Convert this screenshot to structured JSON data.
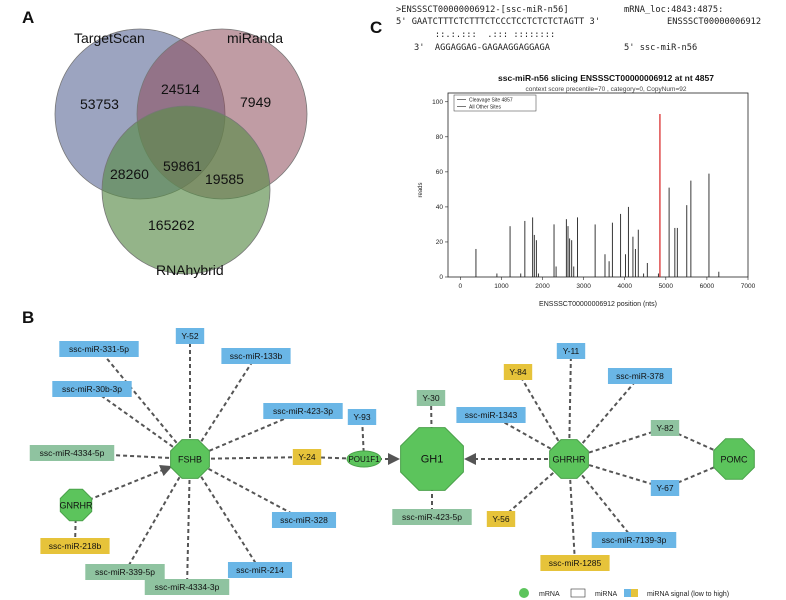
{
  "panels": {
    "A": "A",
    "B": "B",
    "C": "C"
  },
  "venn": {
    "sets": [
      {
        "label": "TargetScan",
        "color": "#4a5a8c"
      },
      {
        "label": "miRanda",
        "color": "#8c4a5a"
      },
      {
        "label": "RNAhybrid",
        "color": "#5a8c4a"
      }
    ],
    "counts": {
      "targetscan_only": "53753",
      "miranda_only": "7949",
      "rnahybrid_only": "165262",
      "ts_mir": "24514",
      "ts_rna": "28260",
      "mir_rna": "19585",
      "all": "59861"
    }
  },
  "alignment": {
    "line1_left": ">ENSSSCT00000006912-[ssc-miR-n56]",
    "line1_right": "mRNA_loc:4843:4875:",
    "line2_left": "5' GAATCTTTCTCTTTCTCCCTCCTCTCTCTAGTT 3'",
    "line2_right": "ENSSSCT00000006912",
    "line3": "    ::.:.:::  .::: ::::::::",
    "line4_left": "3'  AGGAGGAG-GAGAAGGAGGAGA",
    "line4_right": "5' ssc-miR-n56"
  },
  "chart_data": {
    "type": "bar",
    "title": "ssc-miR-n56 slicing ENSSSCT00000006912 at nt 4857",
    "subtitle": "context score precentile=70 , category=0, CopyNum=92",
    "xlabel": "ENSSSCT00000006912 position (nts)",
    "ylabel": "reads",
    "xlim": [
      -300,
      7000
    ],
    "ylim": [
      0,
      105
    ],
    "xticks": [
      0,
      1000,
      2000,
      3000,
      4000,
      5000,
      6000,
      7000
    ],
    "yticks": [
      0,
      20,
      40,
      60,
      80,
      100
    ],
    "legend": [
      "Cleavage Site 4857",
      "All Other Sites"
    ],
    "legend_position": "top-left",
    "series": [
      {
        "name": "Cleavage Site 4857",
        "color": "#d62020",
        "x": [
          4857
        ],
        "y": [
          93
        ]
      },
      {
        "name": "All Other Sites",
        "color": "#222222",
        "x": [
          380,
          890,
          1210,
          1470,
          1570,
          1760,
          1800,
          1850,
          1900,
          2280,
          2330,
          2580,
          2620,
          2660,
          2710,
          2760,
          2850,
          3280,
          3520,
          3620,
          3700,
          3900,
          4020,
          4090,
          4200,
          4260,
          4330,
          4460,
          4550,
          4820,
          5080,
          5220,
          5280,
          5510,
          5610,
          6050,
          6290
        ],
        "y": [
          16,
          2,
          29,
          2,
          32,
          34,
          24,
          21,
          2,
          30,
          6,
          33,
          29,
          22,
          21,
          6,
          34,
          30,
          13,
          9,
          31,
          36,
          13,
          40,
          23,
          16,
          27,
          2,
          8,
          2,
          51,
          28,
          28,
          41,
          55,
          59,
          3
        ]
      }
    ]
  },
  "network": {
    "nodes": {
      "fshb": "FSHB",
      "gnrhr": "GNRHR",
      "pou1f1": "POU1F1",
      "gh1": "GH1",
      "ghrhr": "GHRHR",
      "pomc": "POMC",
      "y52": "Y-52",
      "mir331": "ssc-miR-331-5p",
      "mir133b": "ssc-miR-133b",
      "mir30b": "ssc-miR-30b-3p",
      "mir423_3p": "ssc-miR-423-3p",
      "y93": "Y-93",
      "mir4334_5p": "ssc-miR-4334-5p",
      "y24": "Y-24",
      "mir328": "ssc-miR-328",
      "mir218b": "ssc-miR-218b",
      "mir339": "ssc-miR-339-5p",
      "mir4334_3p": "ssc-miR-4334-3p",
      "mir214": "ssc-miR-214",
      "y30": "Y-30",
      "mir423_5p": "ssc-miR-423-5p",
      "y11": "Y-11",
      "y84": "Y-84",
      "mir378": "ssc-miR-378",
      "mir1343": "ssc-miR-1343",
      "y82": "Y-82",
      "y67": "Y-67",
      "y56": "Y-56",
      "mir7139": "ssc-miR-7139-3p",
      "mir1285": "ssc-miR-1285"
    },
    "legend": {
      "mrna": "mRNA",
      "mirna": "miRNA",
      "signal": "miRNA signal (low to high)"
    },
    "colors": {
      "mrna": "#5cc45c",
      "low": "#6ab6e6",
      "mid": "#8fc3a0",
      "high": "#e6c33a"
    }
  }
}
